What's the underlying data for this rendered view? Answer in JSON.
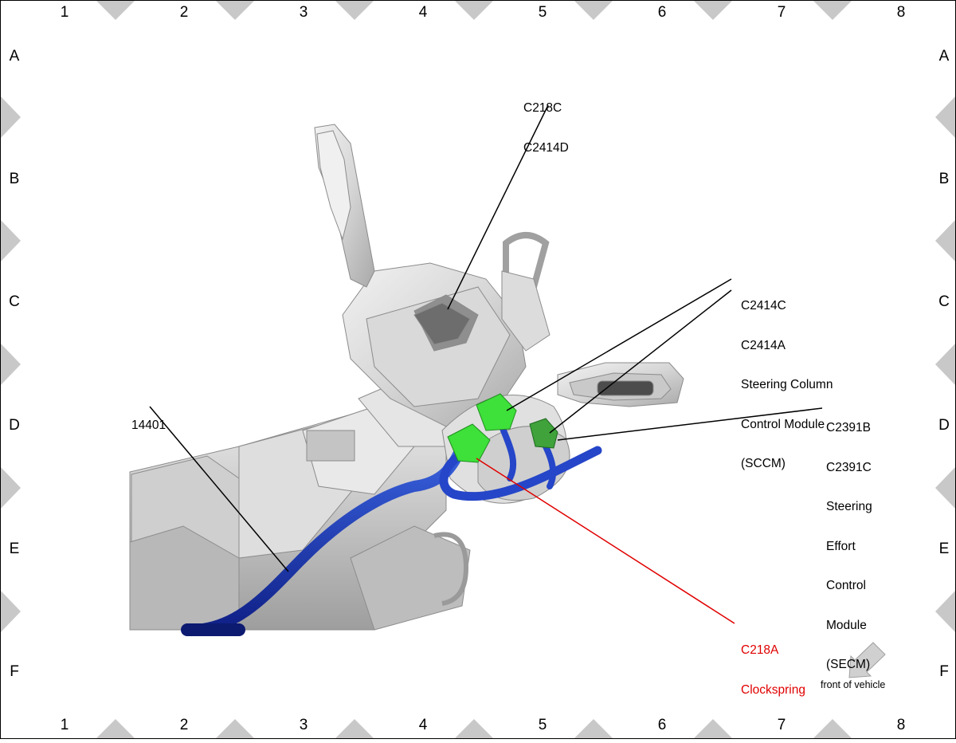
{
  "grid": {
    "columns": [
      "1",
      "2",
      "3",
      "4",
      "5",
      "6",
      "7",
      "8"
    ],
    "rows": [
      "A",
      "B",
      "C",
      "D",
      "E",
      "F"
    ]
  },
  "callouts": {
    "c218c": [
      "C218C",
      "C2414D"
    ],
    "c2414c": [
      "C2414C",
      "C2414A",
      "Steering Column",
      "Control Module",
      "(SCCM)"
    ],
    "c2391b": [
      "C2391B",
      "C2391C",
      "Steering",
      "Effort",
      "Control",
      "Module",
      "(SECM)"
    ],
    "harness": [
      "14401"
    ],
    "c218a": [
      "C218A",
      "Clockspring"
    ]
  },
  "legend": {
    "front_of_vehicle": "front of vehicle"
  },
  "colors": {
    "highlight_connector": "#3ee03a",
    "secondary_connector": "#3fa23a",
    "harness": "#1f3fbf",
    "highlight_callout": "#e00000",
    "grid_marker": "#c8c8c8"
  }
}
